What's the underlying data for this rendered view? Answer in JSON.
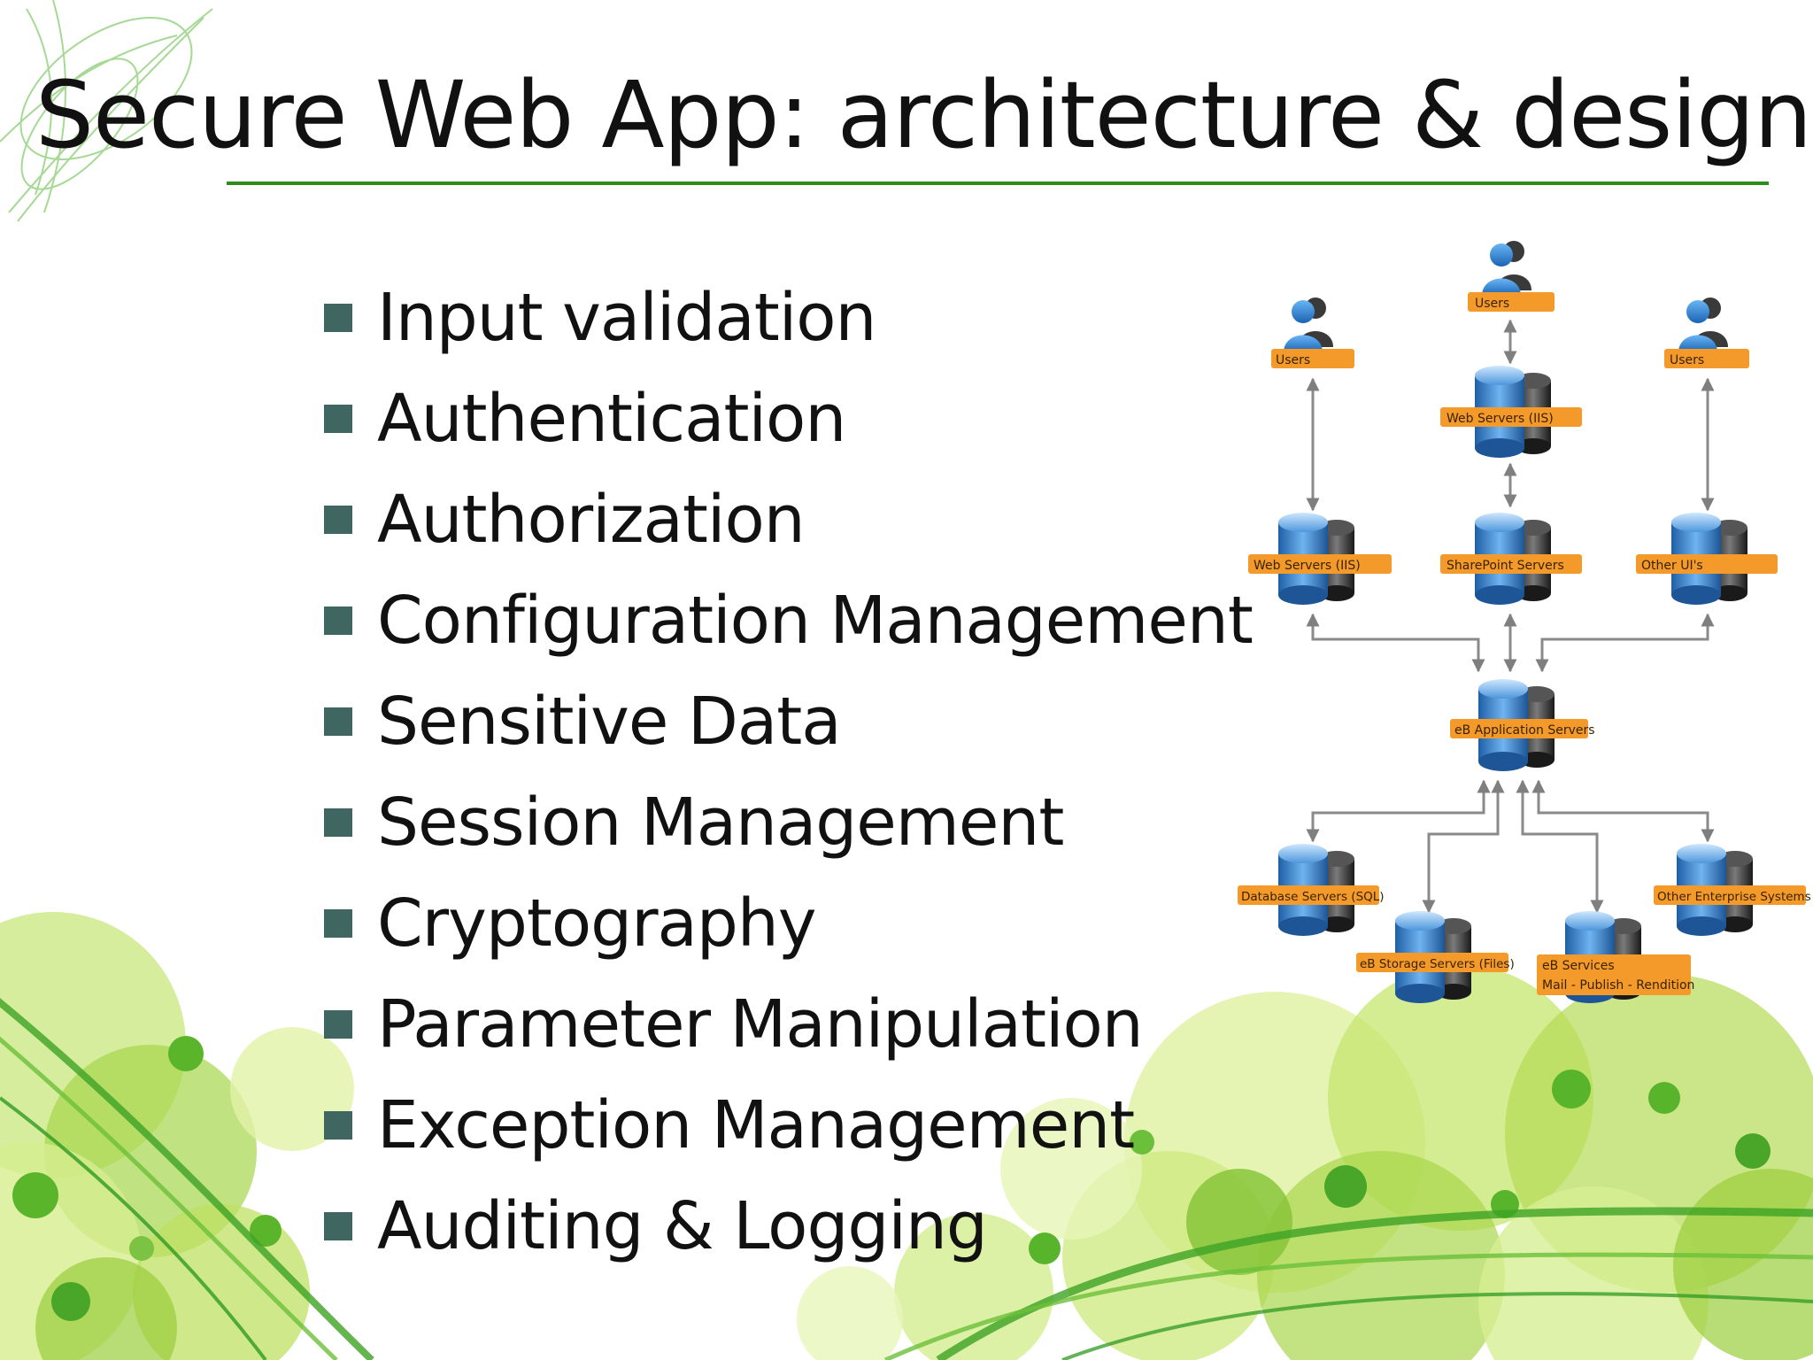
{
  "slide": {
    "title": "Secure Web App: architecture & design",
    "colors": {
      "title_rule": "#2e8b1e",
      "bullet": "#3f6660",
      "node_label": "#f39a2a",
      "accent_green": "#8cc63f"
    },
    "bullets": [
      "Input validation",
      "Authentication",
      "Authorization",
      "Configuration Management",
      "Sensitive Data",
      "Session Management",
      "Cryptography",
      "Parameter Manipulation",
      "Exception Management",
      "Auditing & Logging"
    ]
  },
  "diagram": {
    "nodes": {
      "users_left": {
        "icon": "users-icon",
        "label": "Users"
      },
      "users_center": {
        "icon": "users-icon",
        "label": "Users"
      },
      "users_right": {
        "icon": "users-icon",
        "label": "Users"
      },
      "web_servers_top": {
        "icon": "server-icon",
        "label": "Web Servers (IIS)"
      },
      "web_servers_left": {
        "icon": "server-icon",
        "label": "Web Servers (IIS)"
      },
      "sharepoint_servers": {
        "icon": "server-icon",
        "label": "SharePoint Servers"
      },
      "other_uis": {
        "icon": "server-icon",
        "label": "Other UI's"
      },
      "app_servers": {
        "icon": "server-icon",
        "label": "eB Application Servers"
      },
      "database_servers": {
        "icon": "server-icon",
        "label": "Database Servers (SQL)"
      },
      "storage_servers": {
        "icon": "server-icon",
        "label": "eB Storage Servers (Files)"
      },
      "eb_services": {
        "icon": "server-icon",
        "label": "eB Services",
        "sublabel": "Mail - Publish - Rendition"
      },
      "other_enterprise": {
        "icon": "server-icon",
        "label": "Other Enterprise Systems"
      }
    }
  }
}
